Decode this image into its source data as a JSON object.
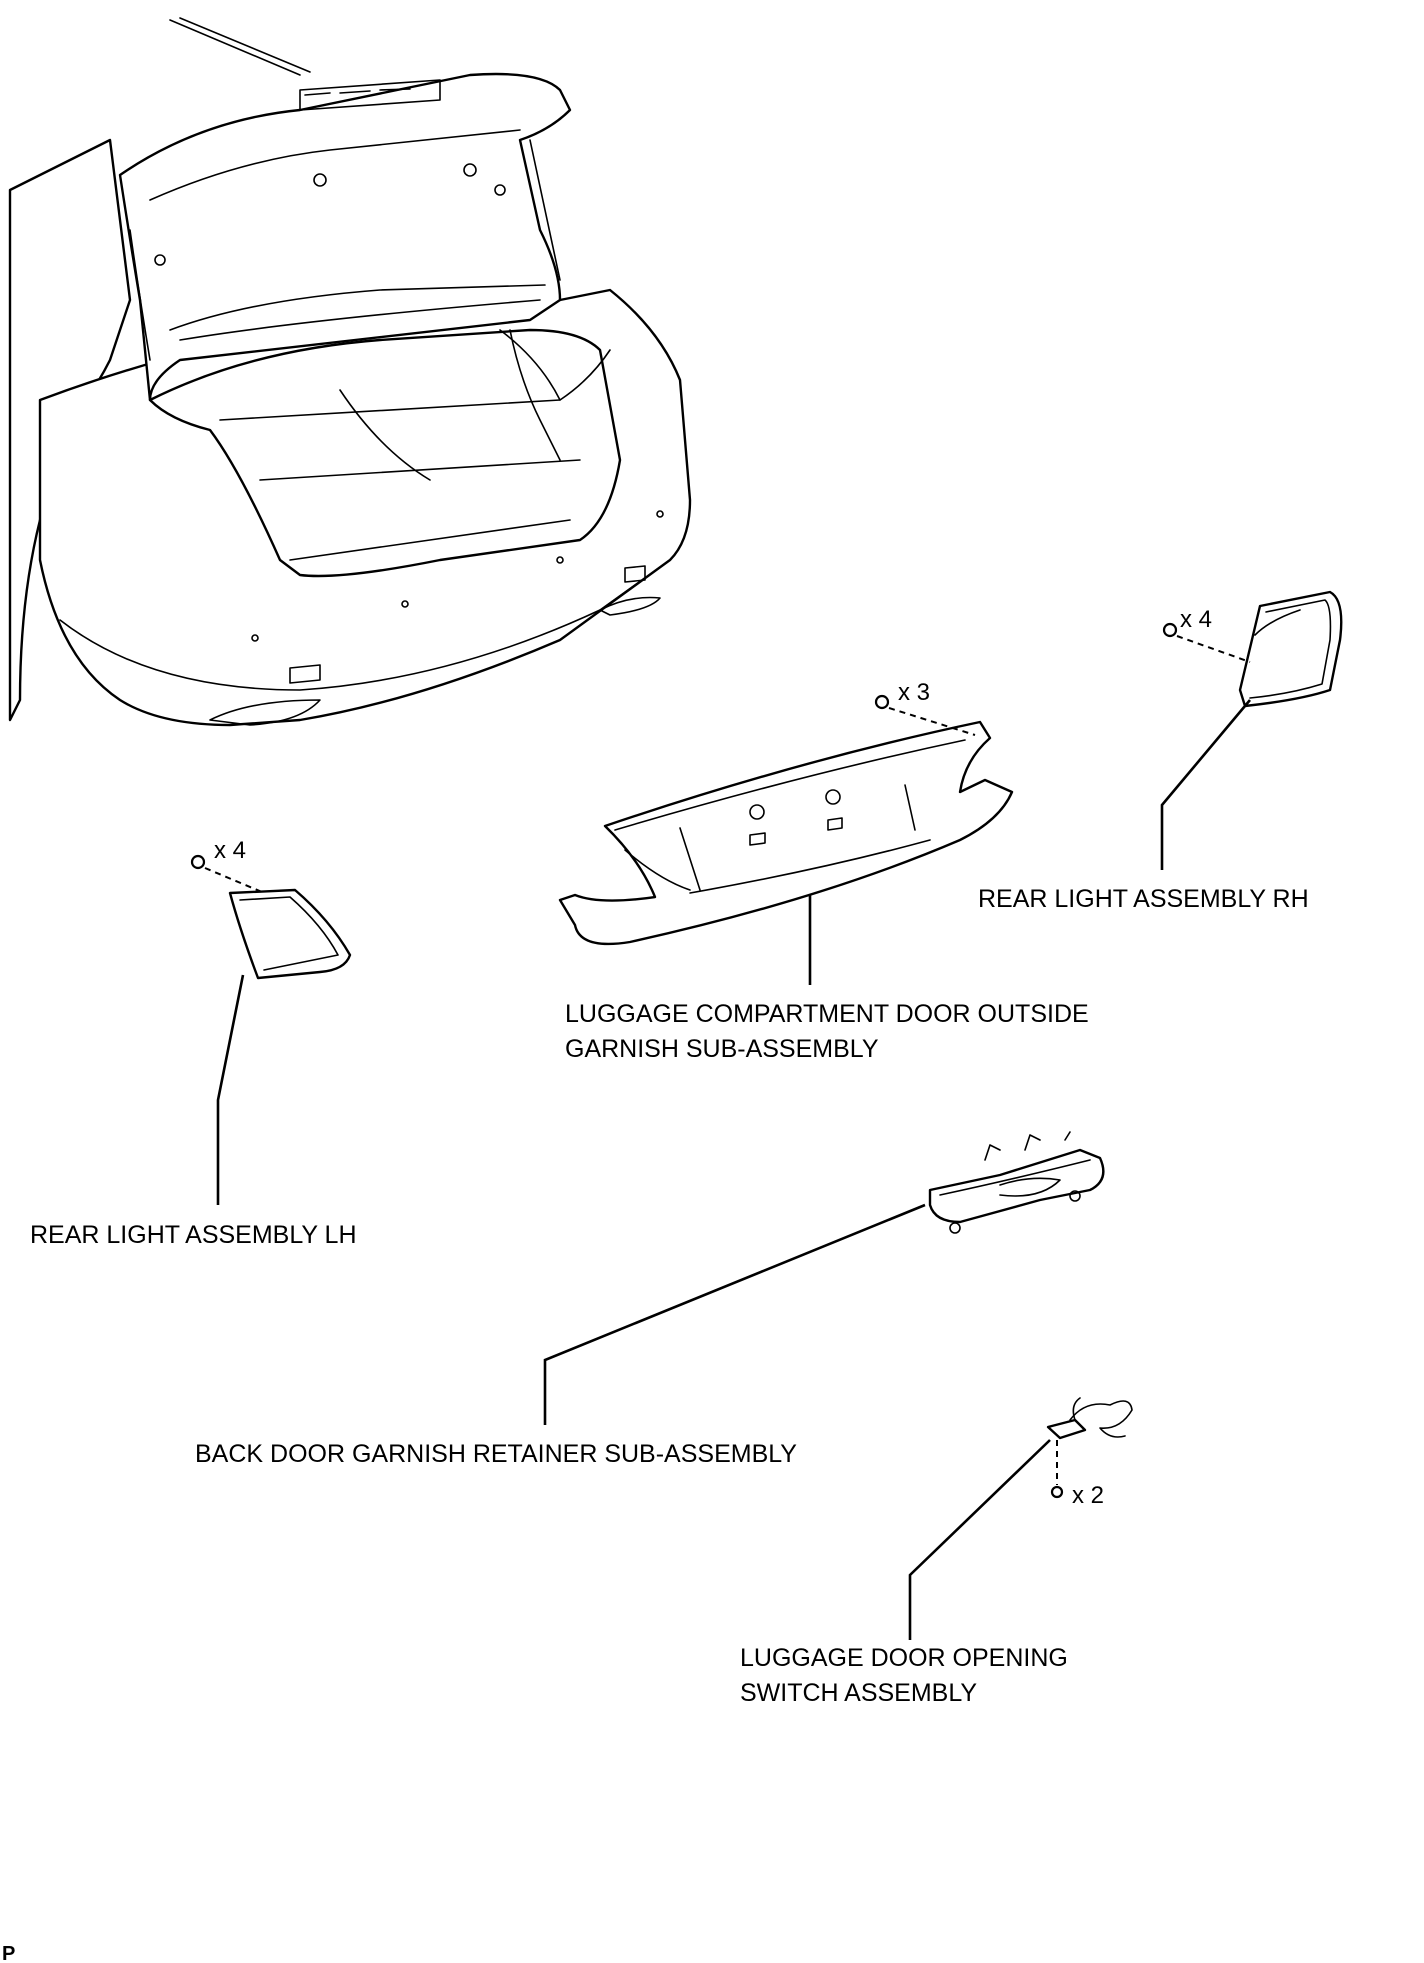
{
  "labels": {
    "rear_light_rh": "REAR LIGHT ASSEMBLY RH",
    "garnish_line1": "LUGGAGE COMPARTMENT DOOR OUTSIDE",
    "garnish_line2": "GARNISH SUB-ASSEMBLY",
    "rear_light_lh": "REAR LIGHT ASSEMBLY LH",
    "retainer": "BACK DOOR GARNISH RETAINER SUB-ASSEMBLY",
    "switch_line1": "LUGGAGE DOOR OPENING",
    "switch_line2": "SWITCH ASSEMBLY"
  },
  "quantities": {
    "rh_nuts": "x 4",
    "garnish_nuts": "x 3",
    "lh_nuts": "x 4",
    "switch_screws": "x 2"
  },
  "corner_mark": "P"
}
